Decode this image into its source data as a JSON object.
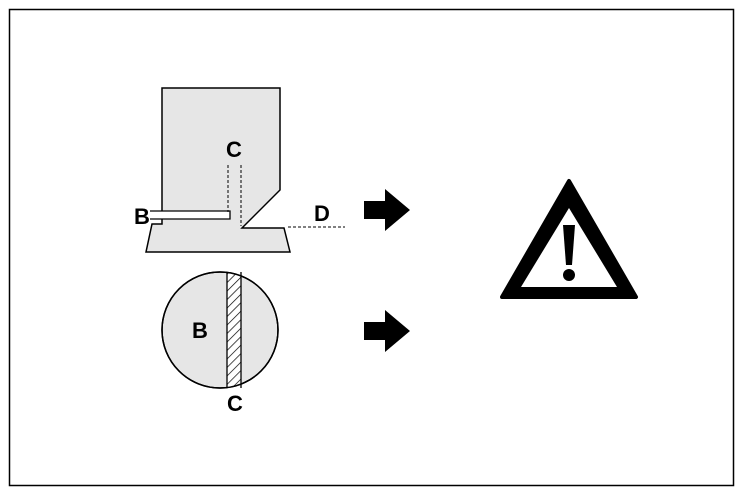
{
  "labels": {
    "top_c": "C",
    "b_top": "B",
    "d": "D",
    "circle_b": "B",
    "circle_c": "C"
  },
  "icons": {
    "arrow_top": "right-arrow-icon",
    "arrow_bottom": "right-arrow-icon",
    "warning": "warning-icon"
  },
  "colors": {
    "fill": "#e6e6e6",
    "stroke": "#000000"
  }
}
